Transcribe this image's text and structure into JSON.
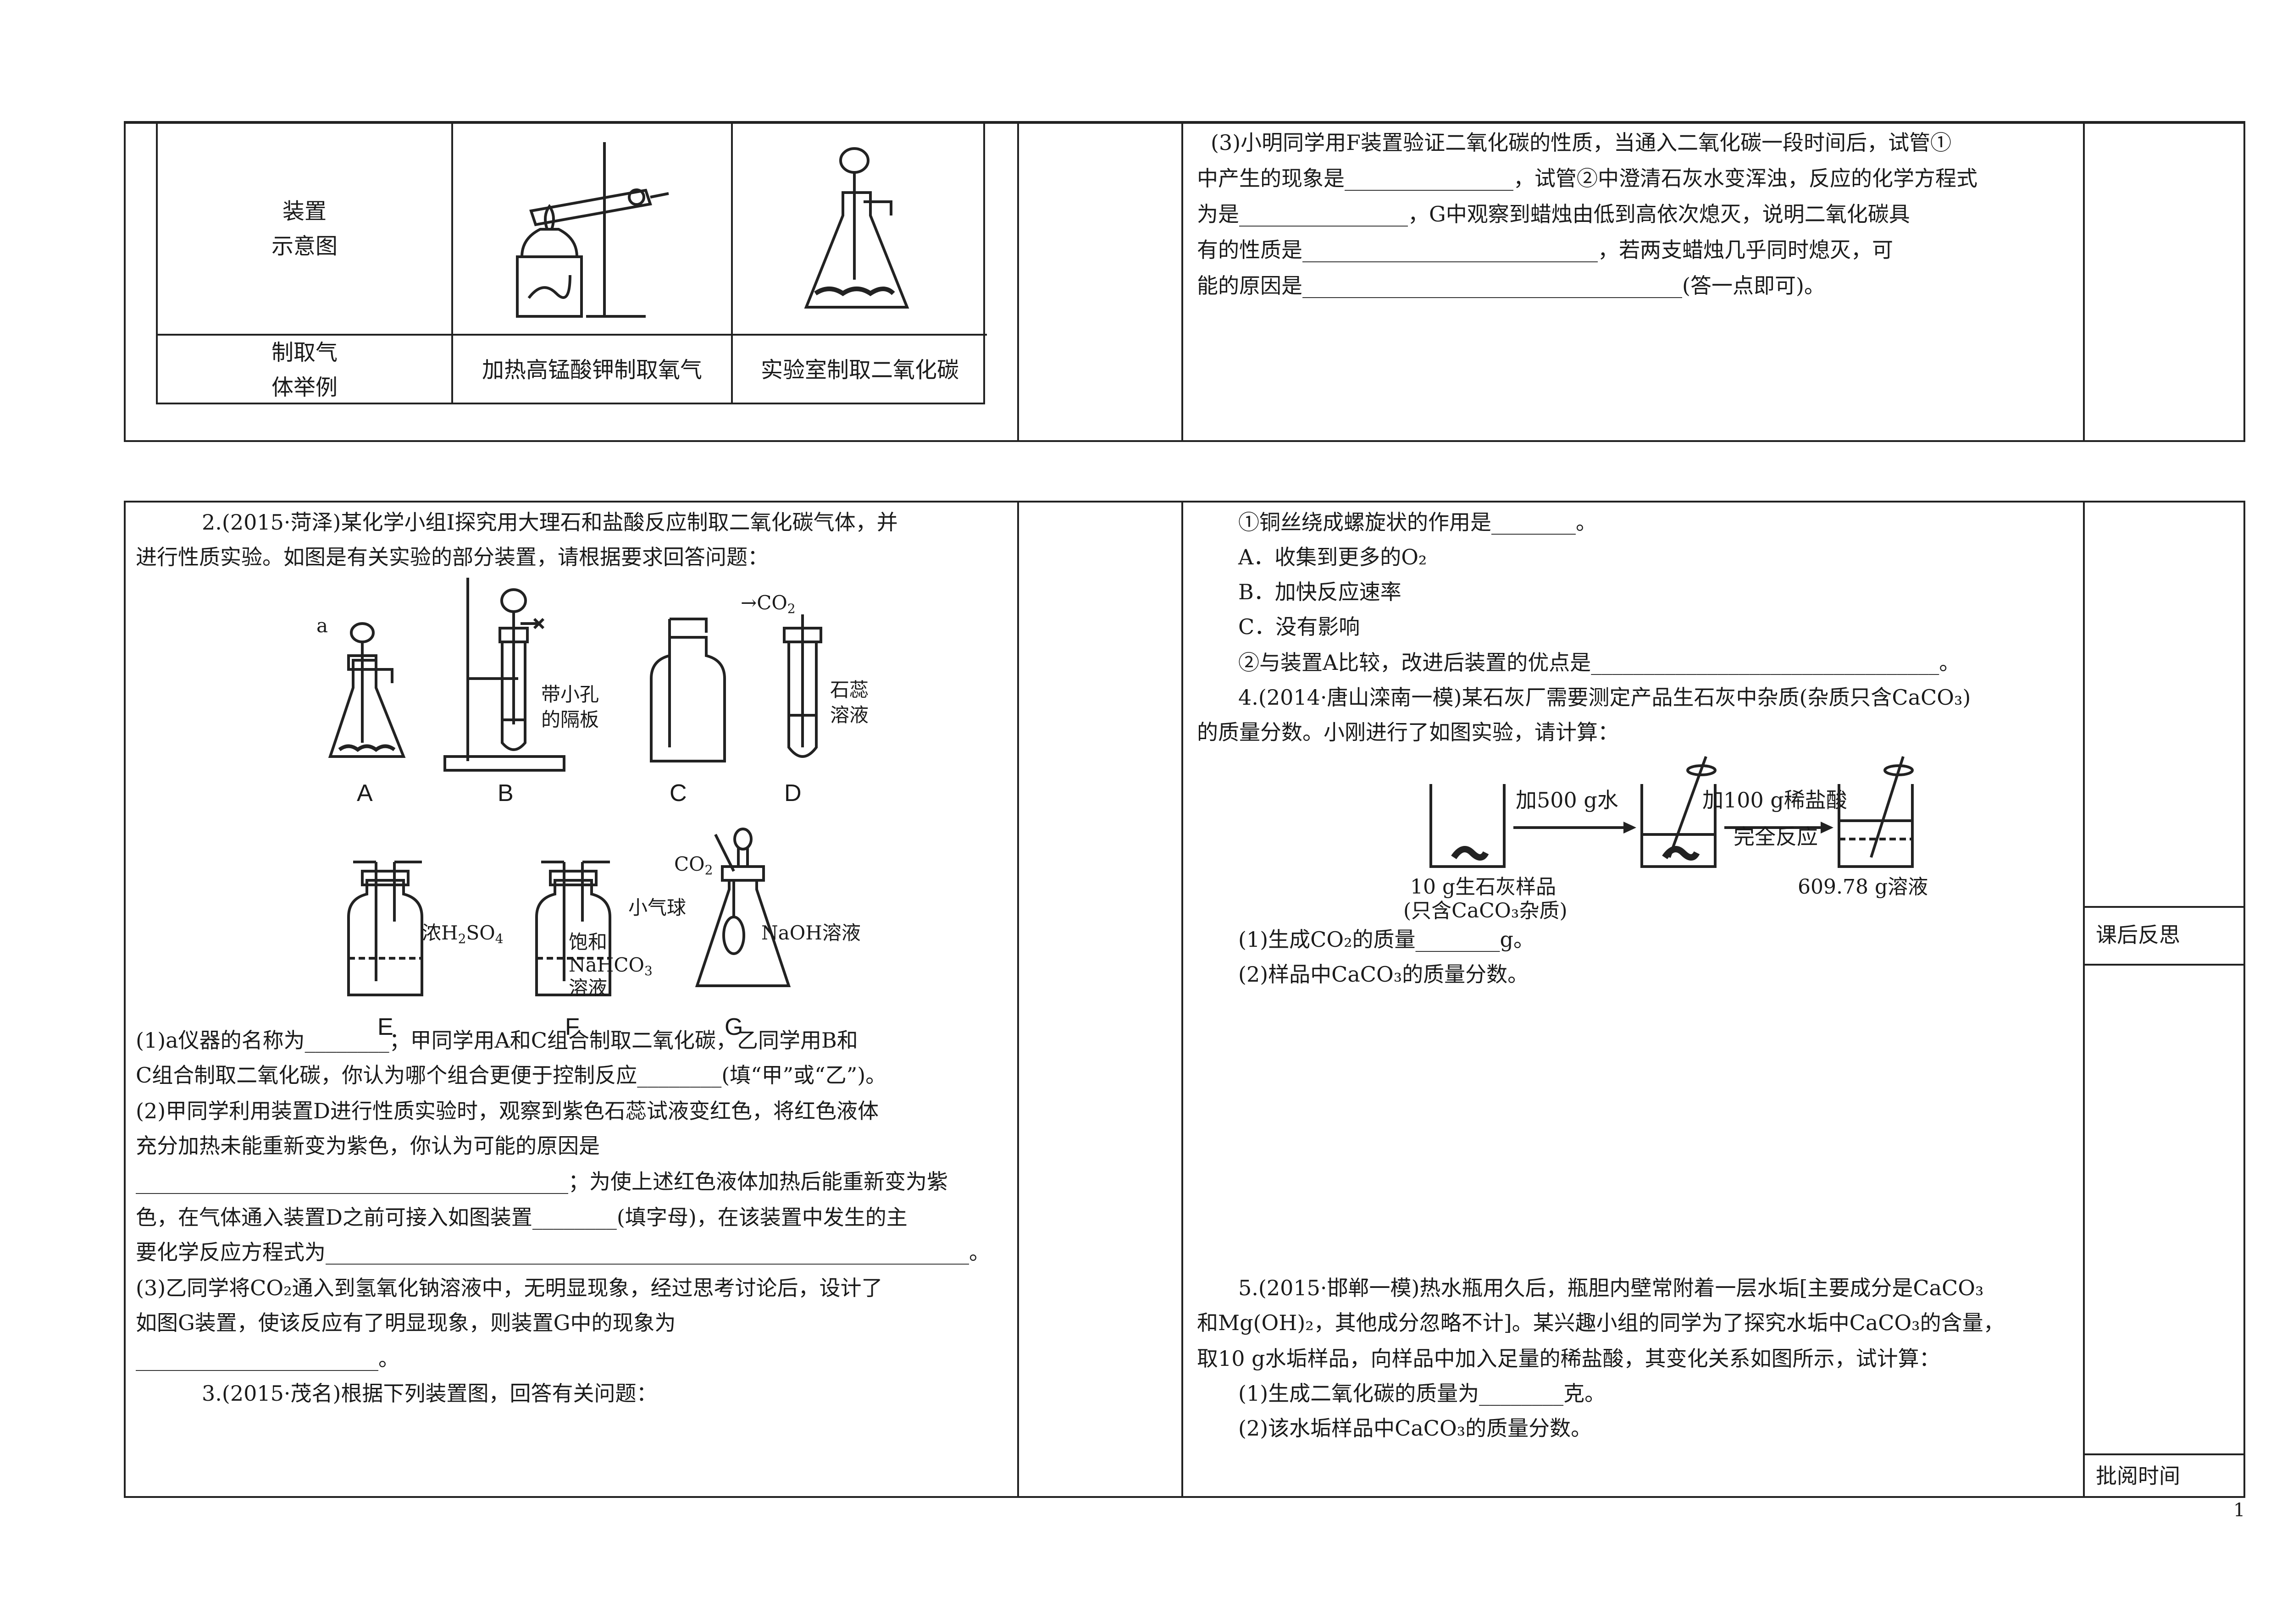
{
  "top_panel": {
    "table": {
      "row1_label_line1": "装置",
      "row1_label_line2": "示意图",
      "row2_label_line1": "制取气",
      "row2_label_line2": "体举例",
      "col1_example": "加热高锰酸钾制取氧气",
      "col2_example": "实验室制取二氧化碳"
    },
    "q3_lines": [
      "(3)小明同学用F装置验证二氧化碳的性质，当通入二氧化碳一段时间后，试管①",
      "中产生的现象是________________，试管②中澄清石灰水变浑浊，反应的化学方程式",
      "为是________________，G中观察到蜡烛由低到高依次熄灭，说明二氧化碳具",
      "有的性质是____________________________，若两支蜡烛几乎同时熄灭，可",
      "能的原因是____________________________________(答一点即可)。"
    ]
  },
  "left_col": {
    "q2_intro": [
      "2.(2015·菏泽)某化学小组Ⅰ探究用大理石和盐酸反应制取二氧化碳气体，并",
      "进行性质实验。如图是有关实验的部分装置，请根据要求回答问题："
    ],
    "fig_labels": {
      "a": "a",
      "plate_1": "带小孔",
      "plate_2": "的隔板",
      "co2_arrow": "→CO",
      "litmus_1": "石蕊",
      "litmus_2": "溶液",
      "A": "A",
      "B": "B",
      "C": "C",
      "D": "D",
      "h2so4": "浓H",
      "h2so4_tail": "SO",
      "nahco3_1": "饱和",
      "nahco3_2": "NaHCO",
      "nahco3_3": "溶液",
      "co2_g": "CO",
      "balloon": "小气球",
      "naoh": "NaOH溶液",
      "E": "E",
      "F": "F",
      "G": "G",
      "sub2": "2",
      "sub4": "4",
      "sub3": "3"
    },
    "q2_body": [
      "(1)a仪器的名称为________；甲同学用A和C组合制取二氧化碳，乙同学用B和",
      "C组合制取二氧化碳，你认为哪个组合更便于控制反应________(填“甲”或“乙”)。",
      "(2)甲同学利用装置D进行性质实验时，观察到紫色石蕊试液变红色，将红色液体",
      "充分加热未能重新变为紫色，你认为可能的原因是",
      "_________________________________________；为使上述红色液体加热后能重新变为紫",
      "色，在气体通入装置D之前可接入如图装置________(填字母)，在该装置中发生的主",
      "要化学反应方程式为_____________________________________________________________。",
      "(3)乙同学将CO₂通入到氢氧化钠溶液中，无明显现象，经过思考讨论后，设计了",
      "如图G装置，使该反应有了明显现象，则装置G中的现象为",
      "_______________________。",
      "3.(2015·茂名)根据下列装置图，回答有关问题："
    ]
  },
  "right_col": {
    "lines_a": [
      "①铜丝绕成螺旋状的作用是________。",
      "A．收集到更多的O₂",
      "B．加快反应速率",
      "C．没有影响",
      "②与装置A比较，改进后装置的优点是_________________________________。",
      "4.(2014·唐山滦南一模)某石灰厂需要测定产品生石灰中杂质(杂质只含CaCO₃)",
      "的质量分数。小刚进行了如图实验，请计算："
    ],
    "fig4": {
      "add_water": "加500 g水",
      "add_acid": "加100 g稀盐酸",
      "complete": "完全反应",
      "sample_1": "10 g生石灰样品",
      "sample_2": "(只含CaCO₃杂质)",
      "solution": "609.78 g溶液"
    },
    "lines_b": [
      "(1)生成CO₂的质量________g。",
      "(2)样品中CaCO₃的质量分数。"
    ],
    "q5": [
      "5.(2015·邯郸一模)热水瓶用久后，瓶胆内壁常附着一层水垢[主要成分是CaCO₃",
      "和Mg(OH)₂，其他成分忽略不计]。某兴趣小组的同学为了探究水垢中CaCO₃的含量，",
      "取10 g水垢样品，向样品中加入足量的稀盐酸，其变化关系如图所示，试计算：",
      "(1)生成二氧化碳的质量为________克。",
      "(2)该水垢样品中CaCO₃的质量分数。"
    ]
  },
  "side": {
    "reflection": "课后反思",
    "review_time": "批阅时间"
  },
  "page_number": "1"
}
